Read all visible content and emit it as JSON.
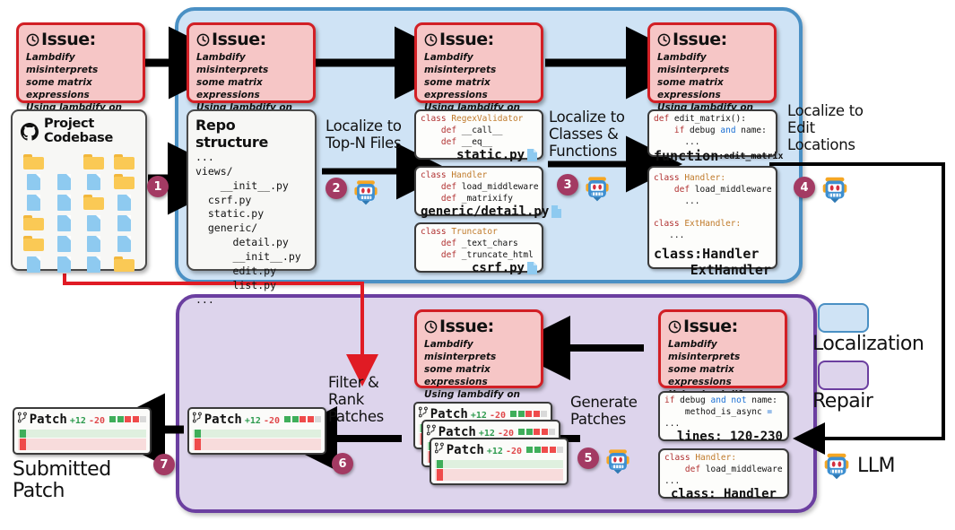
{
  "issue": {
    "title": "Issue:",
    "line1": "Lambdify misinterprets",
    "line2": "some matrix expressions",
    "line3": "Using lambdify on an ..."
  },
  "codebase": {
    "title_line1": "Project",
    "title_line2": "Codebase",
    "icon": "github-icon"
  },
  "repo": {
    "title": "Repo structure",
    "tree": "...\nviews/\n    __init__.py\n  csrf.py\n  static.py\n  generic/\n      detail.py\n      __init__.py\n      edit.py\n      list.py\n..."
  },
  "files_stage": [
    {
      "code_line1_kw": "class",
      "code_line1_name": " RegexValidator",
      "code_line2": "    def __call__",
      "code_line3": "    def __eq__",
      "filename": "static.py"
    },
    {
      "code_line1_kw": "class",
      "code_line1_name": " Handler",
      "code_line2": "    def load_middleware",
      "code_line3": "    def _matrixify",
      "filename": "generic/detail.py"
    },
    {
      "code_line1_kw": "class",
      "code_line1_name": " Truncator",
      "code_line2": "    def _text_chars",
      "code_line3": "    def _truncate_html",
      "filename": "csrf.py"
    }
  ],
  "edit_stage": [
    {
      "l1a": "def",
      "l1b": " edit_matrix():",
      "l2a": "    if",
      "l2b": " debug ",
      "l2c": "and",
      "l2d": " name:",
      "l3": "      ...",
      "foot_bold": "function",
      "foot_rest": ":edit_matrix"
    },
    {
      "l1a": "class",
      "l1b": " Handler:",
      "l2a": "    def",
      "l2b": " load_middleware",
      "l3": "      ...",
      "l4a": "class",
      "l4b": " ExtHandler:",
      "l5": "   ...",
      "foot_bold": "class:Handler",
      "foot_rest": "ExtHandler"
    }
  ],
  "repair_code": [
    {
      "l1a": "if",
      "l1b": " debug ",
      "l1c": "and not",
      "l1d": " name:",
      "l2": "    method_is_async ",
      "l2op": "=",
      "l3": "...",
      "foot": "lines: 120-230"
    },
    {
      "l1a": "class",
      "l1b": " Handler:",
      "l2a": "    def",
      "l2b": " load_middleware",
      "l3": "...",
      "foot": "class: Handler"
    }
  ],
  "steps": {
    "s1": "1",
    "s2": "2",
    "s3": "3",
    "s4": "4",
    "s5": "5",
    "s6": "6",
    "s7": "7"
  },
  "labels": {
    "localize_files_l1": "Localize to",
    "localize_files_l2": "Top-N Files",
    "localize_classes_l1": "Localize to",
    "localize_classes_l2": "Classes &",
    "localize_classes_l3": "Functions",
    "localize_edit_l1": "Localize to",
    "localize_edit_l2": "Edit",
    "localize_edit_l3": "Locations",
    "filter_rank_l1": "Filter &",
    "filter_rank_l2": "Rank",
    "filter_rank_l3": "Patches",
    "generate_l1": "Generate",
    "generate_l2": "Patches",
    "submitted_l1": "Submitted",
    "submitted_l2": "Patch"
  },
  "legend": {
    "localization": "Localization",
    "repair": "Repair",
    "llm": "LLM",
    "llm_icon": "robot-icon"
  },
  "patch": {
    "title": "Patch",
    "added": "+12",
    "deleted": "-20",
    "icon": "git-patch-icon",
    "squares": [
      "#3fae5a",
      "#3fae5a",
      "#ef4b4b",
      "#ef4b4b",
      "#d9d9d9"
    ]
  },
  "colors": {
    "localization_bg": "#cfe3f5",
    "localization_border": "#4a90c4",
    "repair_bg": "#ddd4ec",
    "repair_border": "#6b3fa0",
    "issue_bg": "#f6c6c6",
    "issue_border": "#d21f25",
    "badge": "#a33a63",
    "red_arrow": "#e01b24"
  }
}
